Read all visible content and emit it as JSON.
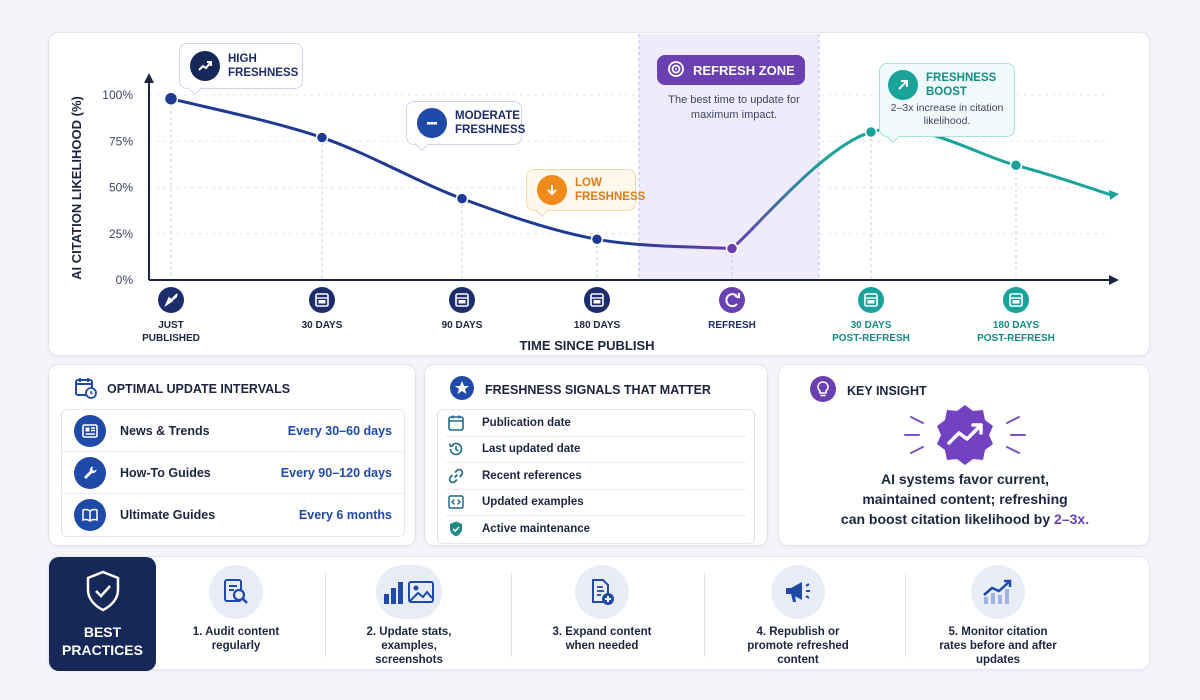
{
  "chart_data": {
    "type": "line",
    "title": "",
    "xlabel": "TIME SINCE PUBLISH",
    "ylabel": "AI CITATION LIKELIHOOD (%)",
    "ylim": [
      0,
      100
    ],
    "y_ticks": [
      "0%",
      "25%",
      "50%",
      "75%",
      "100%"
    ],
    "categories": [
      "JUST PUBLISHED",
      "30 DAYS",
      "90 DAYS",
      "180 DAYS",
      "REFRESH",
      "30 DAYS POST-REFRESH",
      "180 DAYS POST-REFRESH"
    ],
    "series": [
      {
        "values": [
          98,
          77,
          44,
          22,
          17,
          null,
          null
        ],
        "color": "#1f3a93"
      },
      {
        "values": [
          null,
          null,
          null,
          null,
          17,
          80,
          62
        ],
        "color": "#19a39a"
      }
    ],
    "grid": true,
    "colors": {
      "decline": "#1f3a93",
      "refresh": "#6a3fb0",
      "boost": "#19a39a",
      "refresh_zone_bg": "#efebfb"
    }
  },
  "x_icons": [
    "rocket-icon",
    "calendar-icon",
    "calendar-icon",
    "calendar-icon",
    "refresh-icon",
    "calendar-icon",
    "calendar-icon"
  ],
  "callouts": {
    "high": "HIGH FRESHNESS",
    "moderate": "MODERATE FRESHNESS",
    "low": "LOW FRESHNESS",
    "refresh_zone_title": "REFRESH ZONE",
    "refresh_zone_desc": "The best time to update for maximum impact.",
    "boost_title": "FRESHNESS BOOST",
    "boost_desc": "2–3x increase in citation likelihood."
  },
  "intervals": {
    "title": "OPTIMAL UPDATE INTERVALS",
    "rows": [
      {
        "label": "News & Trends",
        "value": "Every 30–60 days",
        "icon": "newspaper-icon"
      },
      {
        "label": "How-To Guides",
        "value": "Every 90–120 days",
        "icon": "wrench-icon"
      },
      {
        "label": "Ultimate Guides",
        "value": "Every 6 months",
        "icon": "book-icon"
      }
    ]
  },
  "signals": {
    "title": "FRESHNESS SIGNALS THAT MATTER",
    "rows": [
      {
        "label": "Publication date",
        "icon": "calendar-icon"
      },
      {
        "label": "Last updated date",
        "icon": "history-icon"
      },
      {
        "label": "Recent references",
        "icon": "link-icon"
      },
      {
        "label": "Updated examples",
        "icon": "code-icon"
      },
      {
        "label": "Active maintenance",
        "icon": "shield-check-icon"
      }
    ]
  },
  "insight": {
    "title": "KEY INSIGHT",
    "text_line1": "AI systems favor current,",
    "text_line2": "maintained content; refreshing",
    "text_line3": "can boost citation likelihood by",
    "emphasis": "2–3x."
  },
  "best_practices": {
    "title_line1": "BEST",
    "title_line2": "PRACTICES",
    "items": [
      {
        "label": "1. Audit content regularly",
        "icon": "audit-icon"
      },
      {
        "label": "2. Update stats, examples, screenshots",
        "icon": "stats-image-icon"
      },
      {
        "label": "3. Expand content when needed",
        "icon": "add-document-icon"
      },
      {
        "label": "4. Republish or promote refreshed content",
        "icon": "megaphone-icon"
      },
      {
        "label": "5. Monitor citation rates before and after updates",
        "icon": "trend-chart-icon"
      }
    ]
  }
}
